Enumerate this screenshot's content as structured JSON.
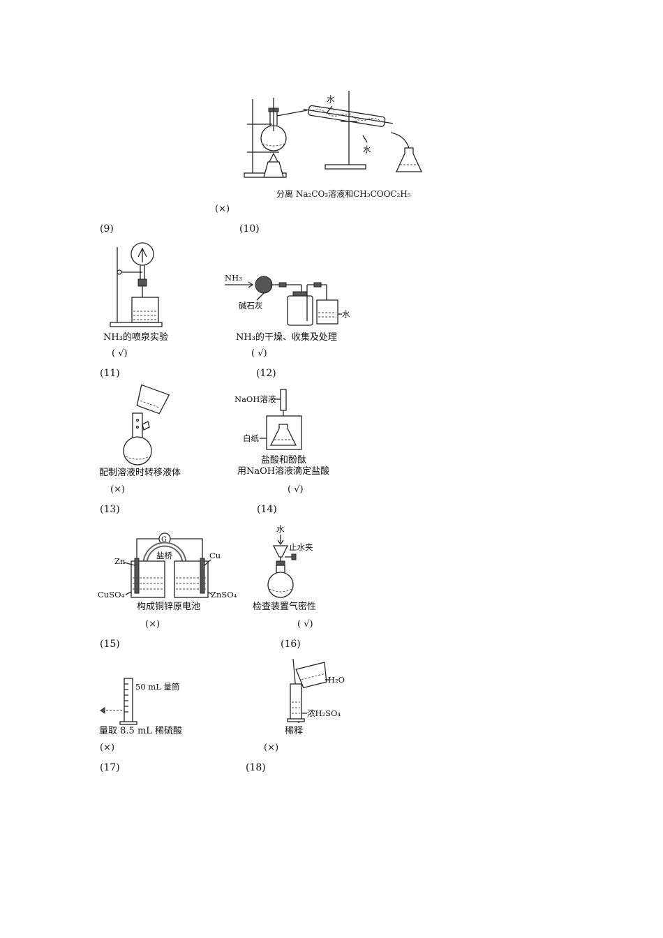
{
  "figures": [
    {
      "id": "10",
      "number": "(10)",
      "verdict": "(×)",
      "caption": "分离 Na₂CO₃溶液和CH₃COOC₂H₅",
      "labels": {
        "water_in": "水",
        "water_out": "水"
      }
    },
    {
      "id": "9",
      "number": "(9)"
    },
    {
      "id": "11",
      "number": "(11)",
      "verdict": "( √)",
      "caption": "NH₃的喷泉实验"
    },
    {
      "id": "12",
      "number": "(12)",
      "verdict": "( √)",
      "caption": "NH₃的干燥、收集及处理",
      "labels": {
        "gas": "NH₃",
        "desiccant": "碱石灰",
        "water": "水"
      }
    },
    {
      "id": "13",
      "number": "(13)",
      "verdict": "(×)",
      "caption": "配制溶液时转移液体"
    },
    {
      "id": "14",
      "number": "(14)",
      "verdict": "( √)",
      "caption_line1": "盐酸和酚酞",
      "caption_line2": "用NaOH溶液滴定盐酸",
      "labels": {
        "titrant": "NaOH溶液",
        "paper": "白纸"
      }
    },
    {
      "id": "15",
      "number": "(15)",
      "verdict": "(×)",
      "caption": "构成铜锌原电池",
      "labels": {
        "galvanometer": "G",
        "bridge": "盐桥",
        "left_electrode": "Zn",
        "right_electrode": "Cu",
        "left_solution": "CuSO₄",
        "right_solution": "ZnSO₄"
      }
    },
    {
      "id": "16",
      "number": "(16)",
      "verdict": "( √)",
      "caption": "检查装置气密性",
      "labels": {
        "water": "水",
        "clamp": "止水夹"
      }
    },
    {
      "id": "17",
      "number": "(17)",
      "verdict": "(×)",
      "caption": "量取 8.5 mL 稀硫酸",
      "labels": {
        "cylinder": "50 mL 量筒"
      }
    },
    {
      "id": "18",
      "number": "(18)",
      "verdict": "(×)",
      "caption": "稀释",
      "labels": {
        "water": "H₂O",
        "acid": "浓H₂SO₄"
      }
    }
  ]
}
